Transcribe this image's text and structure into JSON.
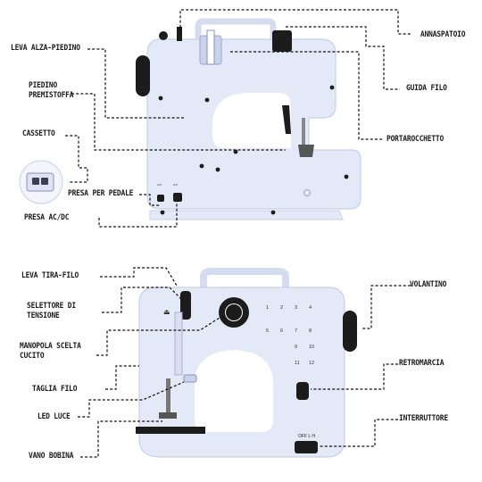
{
  "colors": {
    "machine_body": "#e4e9f7",
    "machine_edge": "#c8d0e6",
    "black_parts": "#1c1c1c",
    "leader_line": "#111111"
  },
  "top_view": {
    "labels": {
      "annaspatoio": "ANNASPATOIO",
      "guida_filo": "GUIDA FILO",
      "portarocchetto": "PORTAROCCHETTO",
      "leva_alza_piedino": "LEVA ALZA-PIEDINO",
      "piedino_premistoffa": "PIEDINO\nPREMISTOFFA",
      "cassetto": "CASSETTO",
      "presa_per_pedale": "PRESA PER PEDALE",
      "presa_ac_dc": "PRESA AC/DC"
    }
  },
  "bottom_view": {
    "labels": {
      "leva_tira_filo": "LEVA TIRA-FILO",
      "selettore_tensione": "SELETTORE DI\nTENSIONE",
      "manopola_scelta_cucito": "MANOPOLA SCELTA\nCUCITO",
      "taglia_filo": "TAGLIA FILO",
      "led_luce": "LED LUCE",
      "vano_bobina": "VANO BOBINA",
      "volantino": "VOLANTINO",
      "retromarcia": "RETROMARCIA",
      "interruttore": "INTERRUTTORE"
    },
    "switch_text": "OFF L H"
  }
}
